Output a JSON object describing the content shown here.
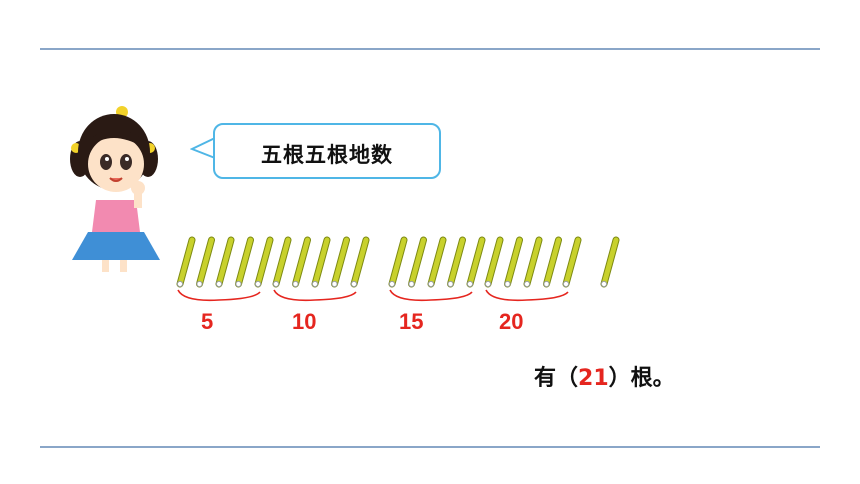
{
  "speech_bubble": {
    "text": "五根五根地数"
  },
  "stick_groups": [
    {
      "sticks": 5,
      "label": "5"
    },
    {
      "sticks": 5,
      "label": "10"
    },
    {
      "sticks": 5,
      "label": "15"
    },
    {
      "sticks": 5,
      "label": "20"
    }
  ],
  "extra_sticks": 1,
  "answer": {
    "prefix": "有（",
    "value": "21",
    "suffix": "）根。"
  },
  "colors": {
    "stick": "#c8d12c",
    "stick_outline": "#7d8a12",
    "brace": "#e5261f",
    "count_label": "#e5261f",
    "rule": "#8aa6c8",
    "bubble_border": "#4fb6e6"
  }
}
